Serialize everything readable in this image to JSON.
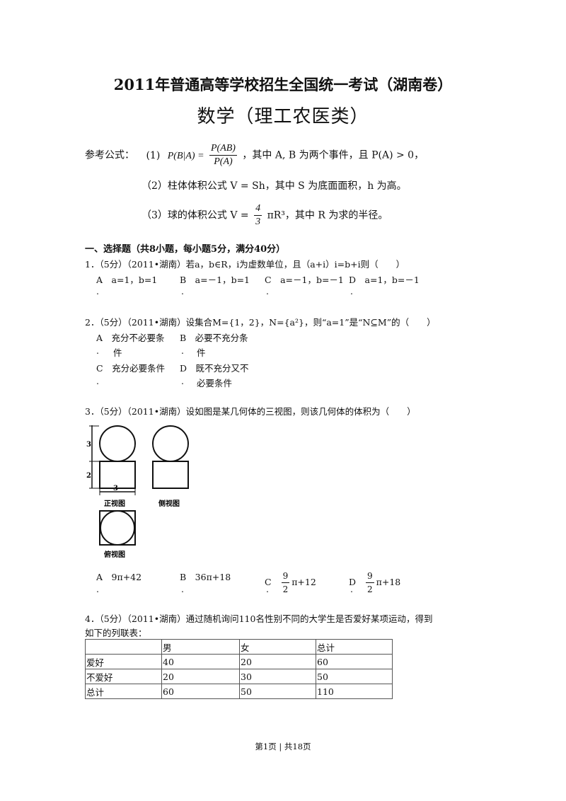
{
  "header": {
    "title": "2011年普通高等学校招生全国统一考试（湖南卷）",
    "subtitle": "数学（理工农医类）"
  },
  "formulas": {
    "intro": "参考公式：",
    "f1_num": "(1)",
    "f1_lhs": "P(B|A) =",
    "f1_frac_num": "P(AB)",
    "f1_frac_den": "P(A)",
    "f1_text": "，其中 A, B 为两个事件，且 P(A) > 0，",
    "f2": "（2）柱体体积公式 V = Sh，其中 S 为底面面积，h 为高。",
    "f3_pre": "（3）球的体积公式 V =",
    "f3_frac_num": "4",
    "f3_frac_den": "3",
    "f3_post": "πR³，其中 R 为求的半径。"
  },
  "section1": "一、选择题（共8小题，每小题5分，满分40分）",
  "q1": {
    "stem": "1．（5分）（2011•湖南）若a，b∈R，i为虚数单位，且（a+i）i=b+i则（　　）",
    "a": "A　a=1，b=1",
    "b": "B　a=－1，b=1",
    "c": "C　a=－1，b=－1",
    "d": "D　a=1，b=－1"
  },
  "q2": {
    "stem": "2．（5分）（2011•湖南）设集合M={1，2}，N={a²}，则“a=1”是“N⊆M”的（　　）",
    "a1": "A　充分不必要条",
    "a2": "件",
    "b1": "B　必要不充分条",
    "b2": "件",
    "c": "C　充分必要条件",
    "d1": "D　既不充分又不",
    "d2": "必要条件"
  },
  "q3": {
    "stem": "3．（5分）（2011•湖南）设如图是某几何体的三视图，则该几何体的体积为（　　）",
    "fig_front": "正视图",
    "fig_side": "侧视图",
    "fig_top": "俯视图",
    "dim_3": "3",
    "dim_2": "2",
    "dim_3b": "3",
    "a": "A　9π+42",
    "b": "B　36π+18",
    "c_letter": "C",
    "c_num": "9",
    "c_den": "2",
    "c_tail": "π+12",
    "d_letter": "D",
    "d_num": "9",
    "d_den": "2",
    "d_tail": "π+18"
  },
  "q4": {
    "stem1": "4．（5分）（2011•湖南）通过随机询问110名性别不同的大学生是否爱好某项运动，得到",
    "stem2": "如下的列联表：",
    "table": [
      [
        "",
        "男",
        "女",
        "总计"
      ],
      [
        "爱好",
        "40",
        "20",
        "60"
      ],
      [
        "不爱好",
        "20",
        "30",
        "50"
      ],
      [
        "总计",
        "60",
        "50",
        "110"
      ]
    ]
  },
  "footer": "第1页 | 共18页"
}
